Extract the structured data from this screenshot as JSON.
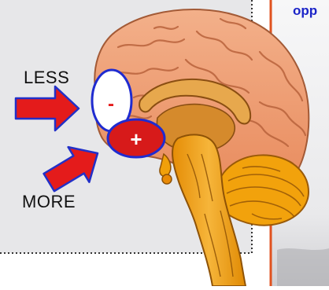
{
  "labels": {
    "less": "LESS",
    "more": "MORE",
    "minus": "-",
    "plus": "+",
    "side_text_fragment": "opp"
  },
  "colors": {
    "panel_bg": "#e7e7e9",
    "cortex": "#ee9a6c",
    "cortex_outline": "#a35a36",
    "limbic": "#c97a1b",
    "cerebellum": "#f2a20c",
    "brainstem": "#f0a00a",
    "arrow_fill": "#e41b1b",
    "arrow_outline": "#2230c8",
    "plus_region": "#d71a1a",
    "minus_region": "#ffffff",
    "side_text": "#1b24c8",
    "panel_accent": "#e0521f"
  }
}
